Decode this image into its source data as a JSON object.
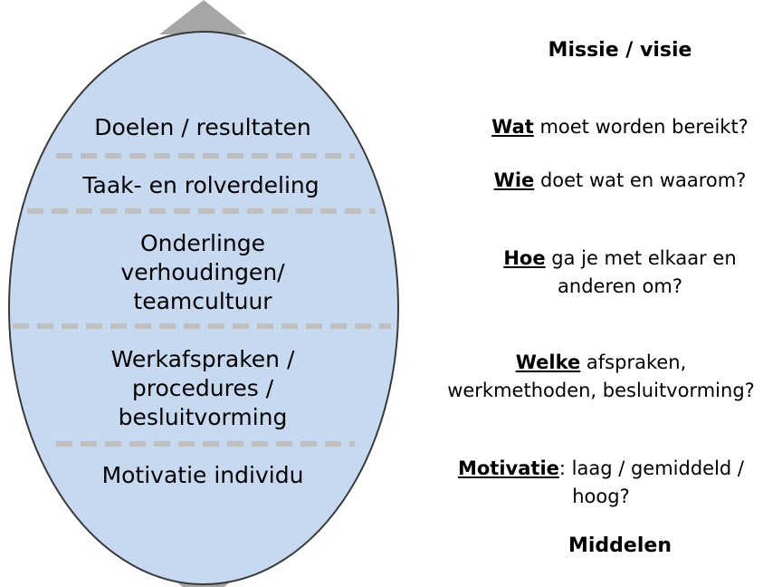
{
  "diagram": {
    "colors": {
      "ellipse_fill": "#c6d9f1",
      "ellipse_stroke": "#3a3a3a",
      "triangle_fill": "#a6a6a6",
      "divider": "#bfbfbf"
    },
    "top_heading": "Missie / visie",
    "bottom_heading": "Middelen",
    "layers": [
      {
        "lines": [
          "Doelen / resultaten"
        ]
      },
      {
        "lines": [
          "Taak- en rolverdeling"
        ]
      },
      {
        "lines": [
          "Onderlinge",
          "verhoudingen/",
          "teamcultuur"
        ]
      },
      {
        "lines": [
          "Werkafspraken /",
          "procedures /",
          "besluitvorming"
        ]
      },
      {
        "lines": [
          "Motivatie individu"
        ]
      }
    ],
    "questions": [
      {
        "keyword": "Wat",
        "rest": " moet worden bereikt?",
        "line2": ""
      },
      {
        "keyword": "Wie",
        "rest": " doet wat en waarom?",
        "line2": ""
      },
      {
        "keyword": "Hoe",
        "rest": " ga je met elkaar en",
        "line2": "anderen om?"
      },
      {
        "keyword": "Welke",
        "rest": " afspraken,",
        "line2": "werkmethoden, besluitvorming?"
      },
      {
        "keyword": "Motivatie",
        "rest": ": laag / gemiddeld /",
        "line2": "hoog?"
      }
    ]
  }
}
